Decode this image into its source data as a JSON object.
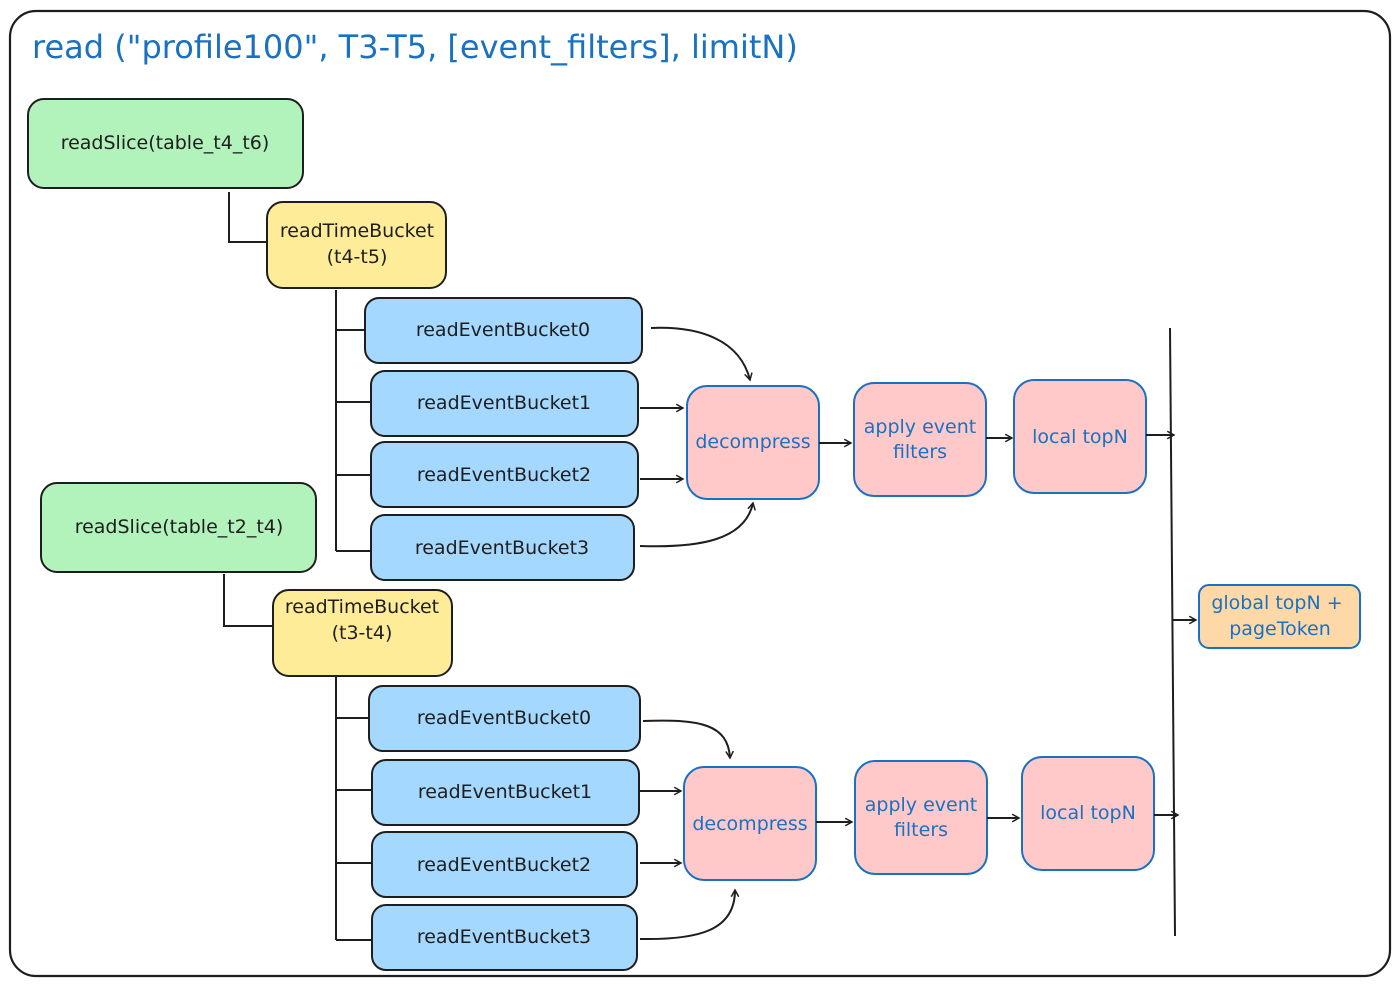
{
  "title": "read (\"profile100\",  T3-T5,  [event_filters],  limitN)",
  "group_top": {
    "slice": "readSlice(table_t4_t6)",
    "time_bucket": [
      "readTimeBucket",
      "(t4-t5)"
    ],
    "event_buckets": [
      "readEventBucket0",
      "readEventBucket1",
      "readEventBucket2",
      "readEventBucket3"
    ],
    "decompress": "decompress",
    "filters": [
      "apply event",
      "filters"
    ],
    "topn": "local topN"
  },
  "group_bottom": {
    "slice": "readSlice(table_t2_t4)",
    "time_bucket": [
      "readTimeBucket",
      "(t3-t4)"
    ],
    "event_buckets": [
      "readEventBucket0",
      "readEventBucket1",
      "readEventBucket2",
      "readEventBucket3"
    ],
    "decompress": "decompress",
    "filters": [
      "apply event",
      "filters"
    ],
    "topn": "local topN"
  },
  "global": [
    "global topN +",
    "pageToken"
  ],
  "colors": {
    "slice": "#b2f2bb",
    "time_bucket": "#ffec99",
    "event_bucket": "#a5d8ff",
    "process": "#ffc9c9",
    "global": "#ffd8a8",
    "accent_text": "#1971c2"
  }
}
